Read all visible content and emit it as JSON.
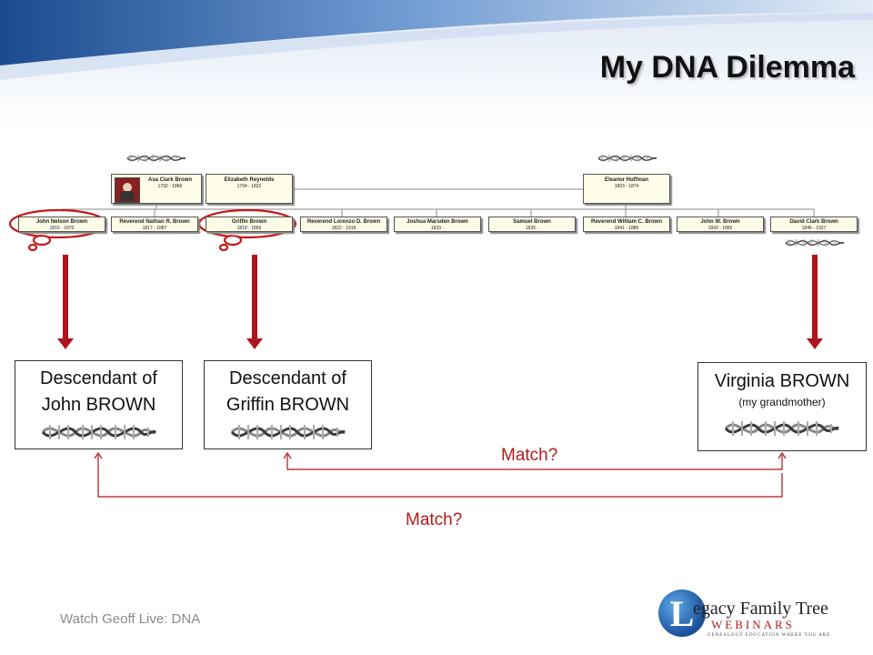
{
  "slide": {
    "title": "My DNA Dilemma"
  },
  "tree": {
    "parents": [
      {
        "name": "Asa Clark Brown",
        "dates": "1792 - 1866"
      },
      {
        "name": "Elizabeth Reynolds",
        "dates": "1794 - 1832"
      },
      {
        "name": "Eleanor Huffman",
        "dates": "1803 - 1874"
      }
    ],
    "children": [
      {
        "name": "John Nelson Brown",
        "dates": "1816 - 1870",
        "highlighted": true
      },
      {
        "name": "Reverend Nathan R. Brown",
        "dates": "1817 - 1887",
        "highlighted": false
      },
      {
        "name": "Griffin Brown",
        "dates": "1818 - 1869",
        "highlighted": true
      },
      {
        "name": "Reverend Lorenzo D. Brown",
        "dates": "1822 - 1918",
        "highlighted": false
      },
      {
        "name": "Joshua Marsden Brown",
        "dates": "1833 -",
        "highlighted": false
      },
      {
        "name": "Samuel Brown",
        "dates": "1835 -",
        "highlighted": false
      },
      {
        "name": "Reverend William C. Brown",
        "dates": "1841 - 1886",
        "highlighted": false
      },
      {
        "name": "John W. Brown",
        "dates": "1843 - 1865",
        "highlighted": false
      },
      {
        "name": "David Clark Brown",
        "dates": "1846 - 1927",
        "highlighted": false
      }
    ]
  },
  "boxes": {
    "john": {
      "line1": "Descendant of",
      "line2": "John BROWN"
    },
    "griffin": {
      "line1": "Descendant of",
      "line2": "Griffin BROWN"
    },
    "virginia": {
      "line1": "Virginia BROWN",
      "line2": "(my grandmother)"
    }
  },
  "matches": {
    "upper": "Match?",
    "lower": "Match?"
  },
  "footer": {
    "text": "Watch Geoff Live: DNA"
  },
  "logo": {
    "initial": "L",
    "line1": "egacy Family Tree",
    "line2": "WEBINARS",
    "tagline": "GENEALOGY EDUCATION WHERE YOU ARE"
  },
  "colors": {
    "arrow": "#b0141c",
    "match_text": "#b31b1b",
    "cloud_outline": "#c41a1a",
    "header_blue": "#1b4a8e",
    "box_fill": "#fdfde8"
  },
  "icons": {
    "dna": "dna-helix-icon",
    "arrow": "arrow-down-icon"
  }
}
